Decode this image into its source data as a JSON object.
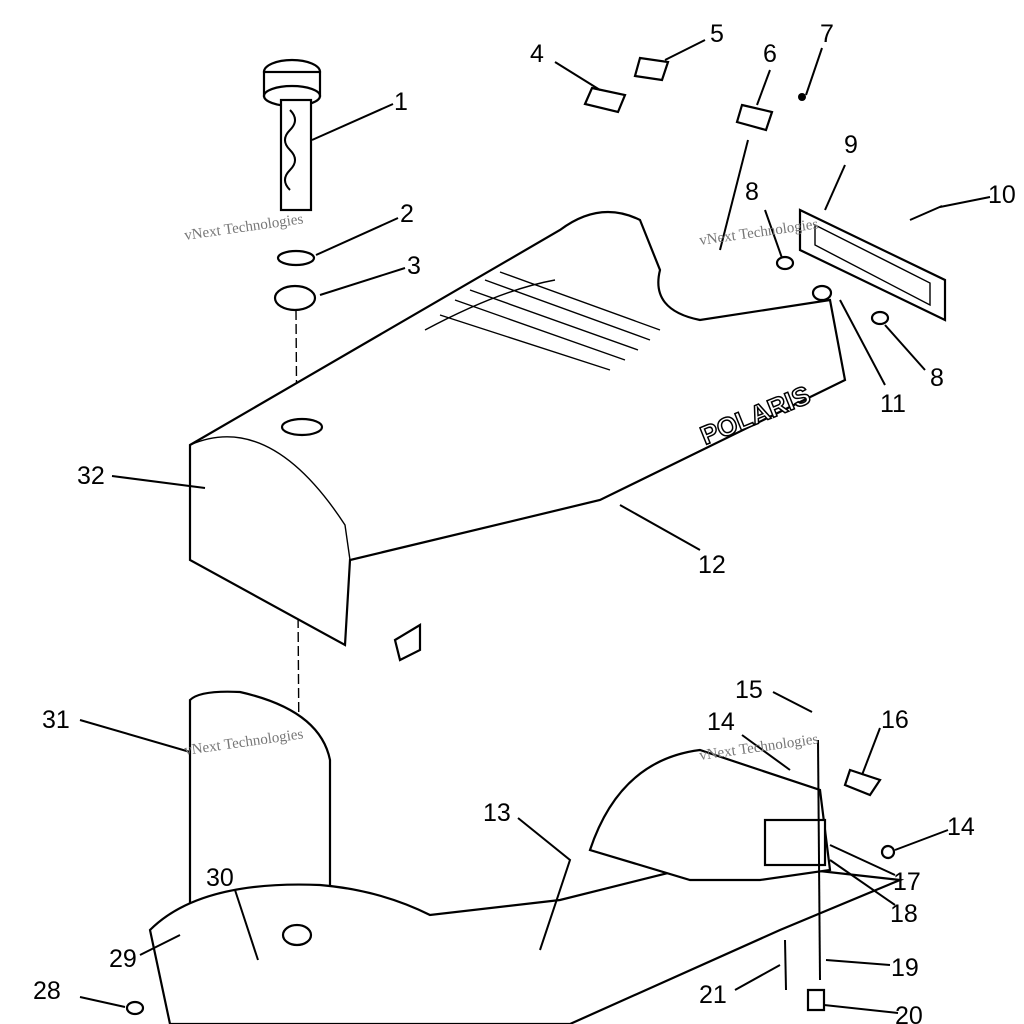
{
  "diagram": {
    "type": "exploded parts diagram",
    "brand_marking": "POLARIS",
    "watermark": "vNext Technologies",
    "callouts": [
      "1",
      "2",
      "3",
      "4",
      "5",
      "6",
      "7",
      "8",
      "9",
      "10",
      "11",
      "8",
      "12",
      "32",
      "31",
      "15",
      "16",
      "14",
      "14",
      "13",
      "17",
      "18",
      "19",
      "20",
      "21",
      "30",
      "29",
      "28"
    ]
  }
}
